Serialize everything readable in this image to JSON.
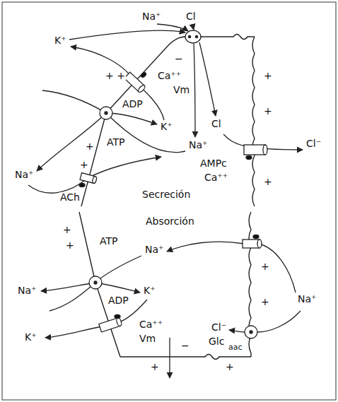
{
  "diagram": {
    "labels": [
      "Na⁺",
      "Cl",
      "K⁺",
      "+ +",
      "−",
      "Ca⁺⁺",
      "Vm",
      "ADP",
      "K⁺",
      "+",
      "Cl",
      "ATP",
      "Na⁺",
      "+",
      "Na⁺",
      "+",
      "AMPc",
      "Ca⁺⁺",
      "Cl⁻",
      "Secreción",
      "ACh",
      "+",
      "+",
      "Absorción",
      "+",
      "+",
      "Na⁺",
      "Na⁺",
      "ATP",
      "Na⁺",
      "K⁺",
      "ADP",
      "Ca⁺⁺",
      "Vm",
      "K⁺",
      "Cl⁻",
      "Glc",
      "aac",
      "+",
      "+",
      "−",
      "+",
      "+"
    ]
  }
}
